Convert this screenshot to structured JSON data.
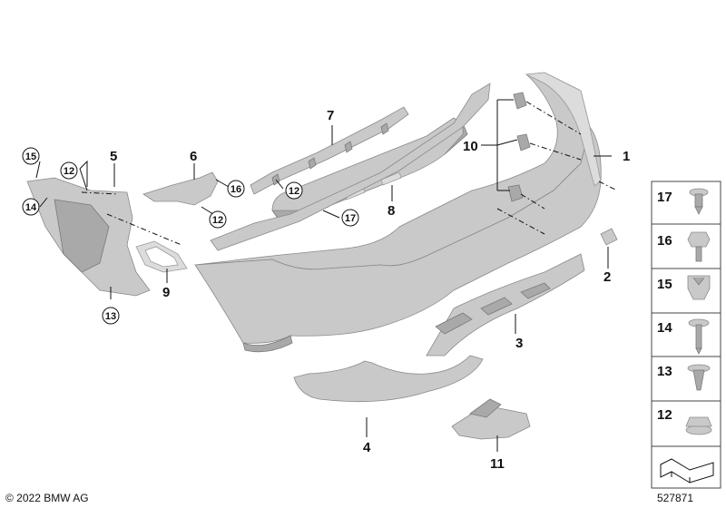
{
  "callouts": {
    "c1": "1",
    "c2": "2",
    "c3": "3",
    "c4": "4",
    "c5": "5",
    "c6": "6",
    "c7": "7",
    "c8": "8",
    "c9": "9",
    "c10": "10",
    "c11": "11",
    "c12a": "12",
    "c12b": "12",
    "c12c": "12",
    "c13": "13",
    "c14": "14",
    "c15": "15",
    "c16": "16",
    "c17": "17"
  },
  "legend": [
    "17",
    "16",
    "15",
    "14",
    "13",
    "12"
  ],
  "footer": {
    "copyright": "© 2022 BMW AG",
    "diagram_id": "527871"
  }
}
